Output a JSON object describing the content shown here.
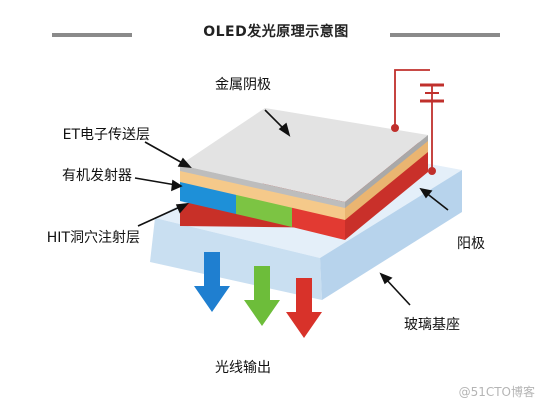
{
  "title": "OLED发光原理示意图",
  "labels": {
    "metal_cathode": "金属阴极",
    "et_layer": "ET电子传送层",
    "organic_emitter": "有机发射器",
    "hit_layer": "HIT洞穴注射层",
    "anode": "阳极",
    "glass_substrate": "玻璃基座",
    "light_output": "光线输出"
  },
  "watermark": "@51CTO博客",
  "colors": {
    "cathode": "#d9d9d9",
    "et_layer": "#f7d79b",
    "emitter_blue": "#1e90d8",
    "emitter_green": "#7cc443",
    "emitter_red": "#e23a32",
    "anode": "#e8453c",
    "substrate": "#d5e6f5",
    "circuit": "#c0302c",
    "arrow_blue": "#1f7fd0",
    "arrow_green": "#6dbd3a",
    "arrow_red": "#d8322a"
  }
}
